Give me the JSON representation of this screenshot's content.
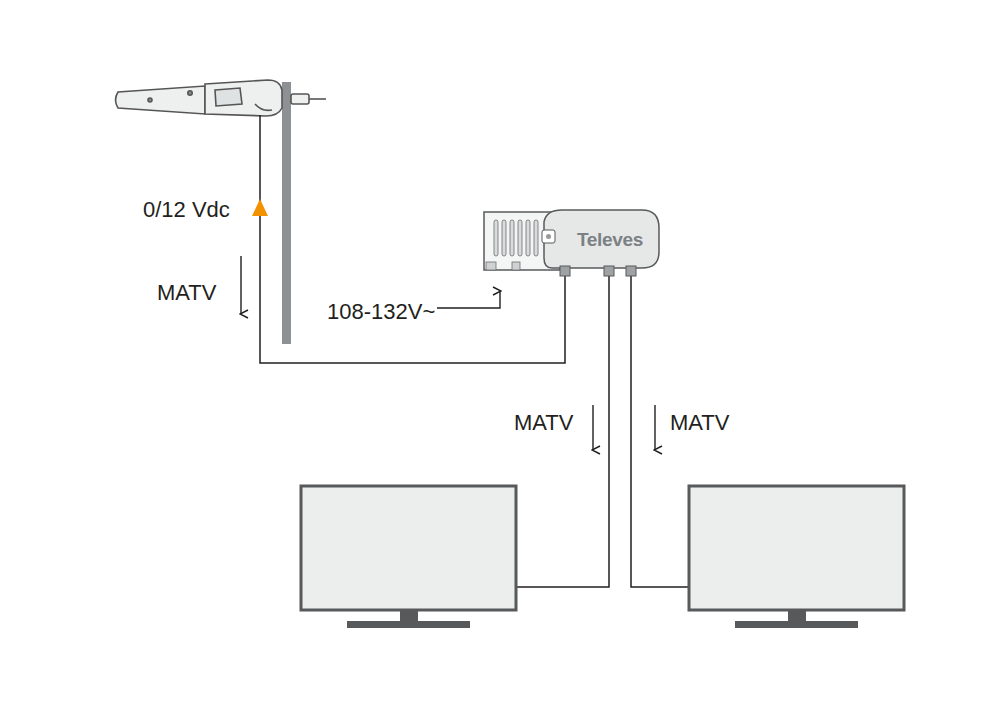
{
  "diagram": {
    "nodes": [
      {
        "text": [
          "Televes"
        ]
      }
    ],
    "labels": [
      "0/12 Vdc",
      "MATV",
      "108-132V~",
      "MATV",
      "MATV"
    ]
  }
}
